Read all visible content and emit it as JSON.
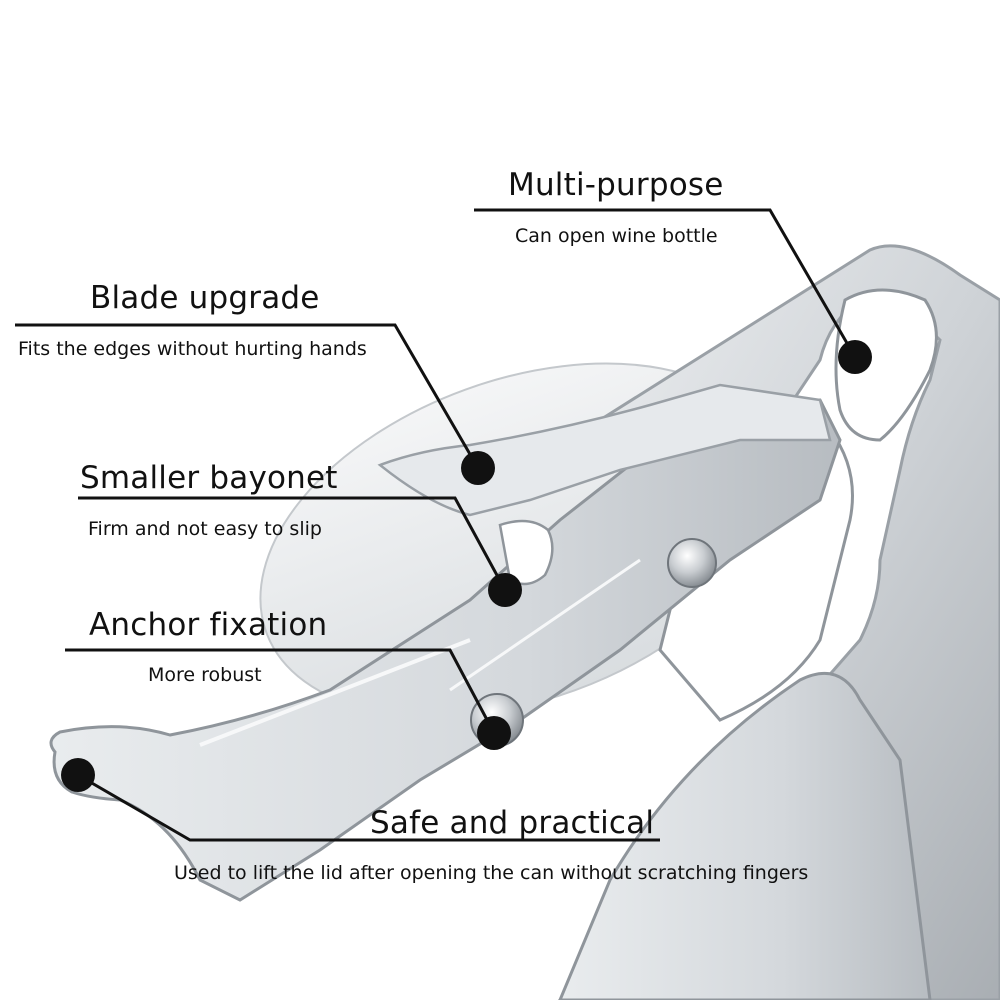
{
  "colors": {
    "background": "#ffffff",
    "text": "#111111",
    "leader_line": "#111111",
    "metal_light": "#dfe3e7",
    "metal_mid": "#c2c7cc",
    "metal_dark": "#8f959b"
  },
  "callouts": [
    {
      "title": "Multi-purpose",
      "subtitle": "Can open wine bottle"
    },
    {
      "title": "Blade upgrade",
      "subtitle": "Fits the edges without hurting hands"
    },
    {
      "title": "Smaller bayonet",
      "subtitle": "Firm and not easy to slip"
    },
    {
      "title": "Anchor fixation",
      "subtitle": "More robust"
    },
    {
      "title": "Safe and practical",
      "subtitle": "Used to lift the lid after opening the can without scratching fingers"
    }
  ]
}
